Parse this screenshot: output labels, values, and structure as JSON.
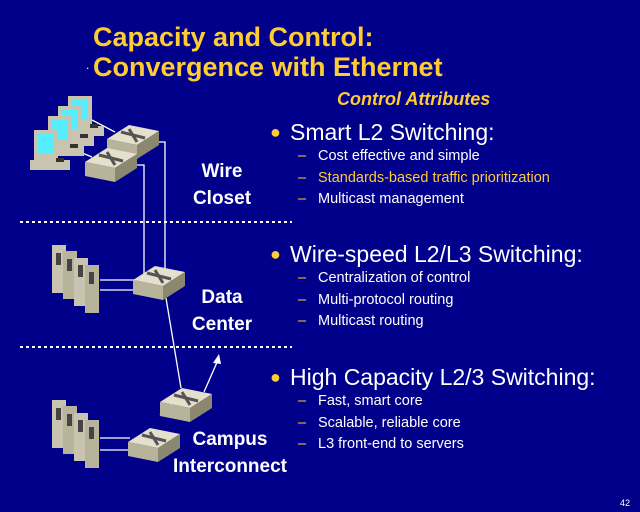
{
  "slide": {
    "title_line1": "Capacity and Control:",
    "title_line2": "Convergence with Ethernet",
    "marker": ".",
    "subtitle": "Control Attributes",
    "page_number": "42"
  },
  "sections": [
    {
      "heading": "Smart L2 Switching:",
      "items": [
        "Cost effective and simple",
        "Standards-based traffic prioritization",
        "Multicast management"
      ],
      "highlighted_item": 1
    },
    {
      "heading": "Wire-speed L2/L3 Switching:",
      "items": [
        "Centralization of control",
        "Multi-protocol routing",
        "Multicast routing"
      ]
    },
    {
      "heading": "High Capacity L2/3 Switching:",
      "items": [
        "Fast, smart core",
        "Scalable, reliable core",
        "L3 front-end to servers"
      ]
    }
  ],
  "diagram": {
    "wire_closet": [
      "Wire",
      "Closet"
    ],
    "data_center": [
      "Data",
      "Center"
    ],
    "campus": [
      "Campus",
      "Interconnect"
    ]
  },
  "colors": {
    "background": "#00008a",
    "accent": "#ffcc33"
  }
}
